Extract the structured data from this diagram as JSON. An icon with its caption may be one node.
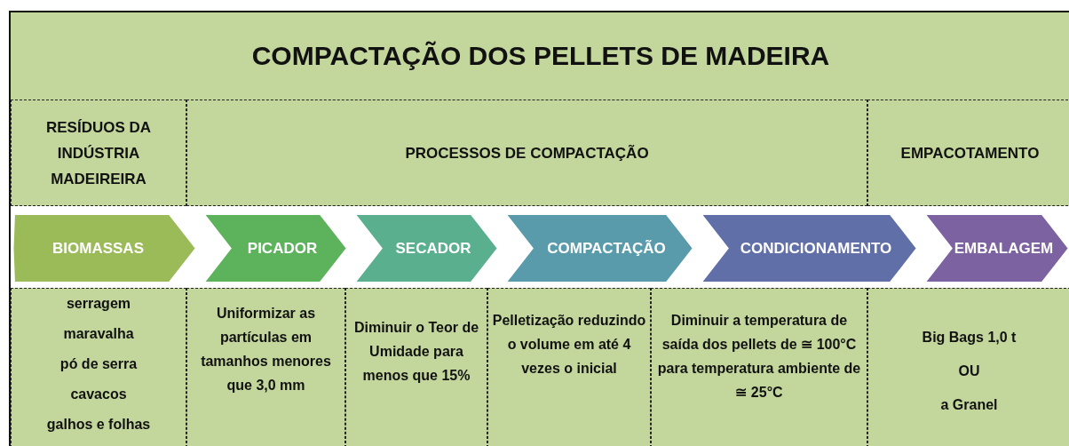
{
  "diagram": {
    "title": "COMPACTAÇÃO DOS PELLETS DE MADEIRA",
    "nodes": [
      {
        "text": [
          "BIOMASSAS"
        ]
      },
      {
        "text": [
          "PICADOR"
        ]
      },
      {
        "text": [
          "SECADOR"
        ]
      },
      {
        "text": [
          "COMPACTAÇÃO"
        ]
      },
      {
        "text": [
          "CONDICIONAMENTO"
        ]
      },
      {
        "text": [
          "EMBALAGEM"
        ]
      }
    ],
    "labels": [
      "RESÍDUOS DA INDÚSTRIA MADEIREIRA",
      "PROCESSOS DE COMPACTAÇÃO",
      "EMPACOTAMENTO",
      "serragem",
      "maravalha",
      "pó de serra",
      "cavacos",
      "galhos e folhas",
      "Uniformizar as partículas em tamanhos menores que 3,0 mm",
      "Diminuir o Teor de Umidade para menos que 15%",
      "Pelletização reduzindo o volume em até 4 vezes o inicial",
      "Diminuir a temperatura de saída dos pellets de ≅ 100°C para temperatura ambiente de ≅ 25°C",
      "Big Bags 1,0 t",
      "OU",
      "a Granel"
    ]
  }
}
